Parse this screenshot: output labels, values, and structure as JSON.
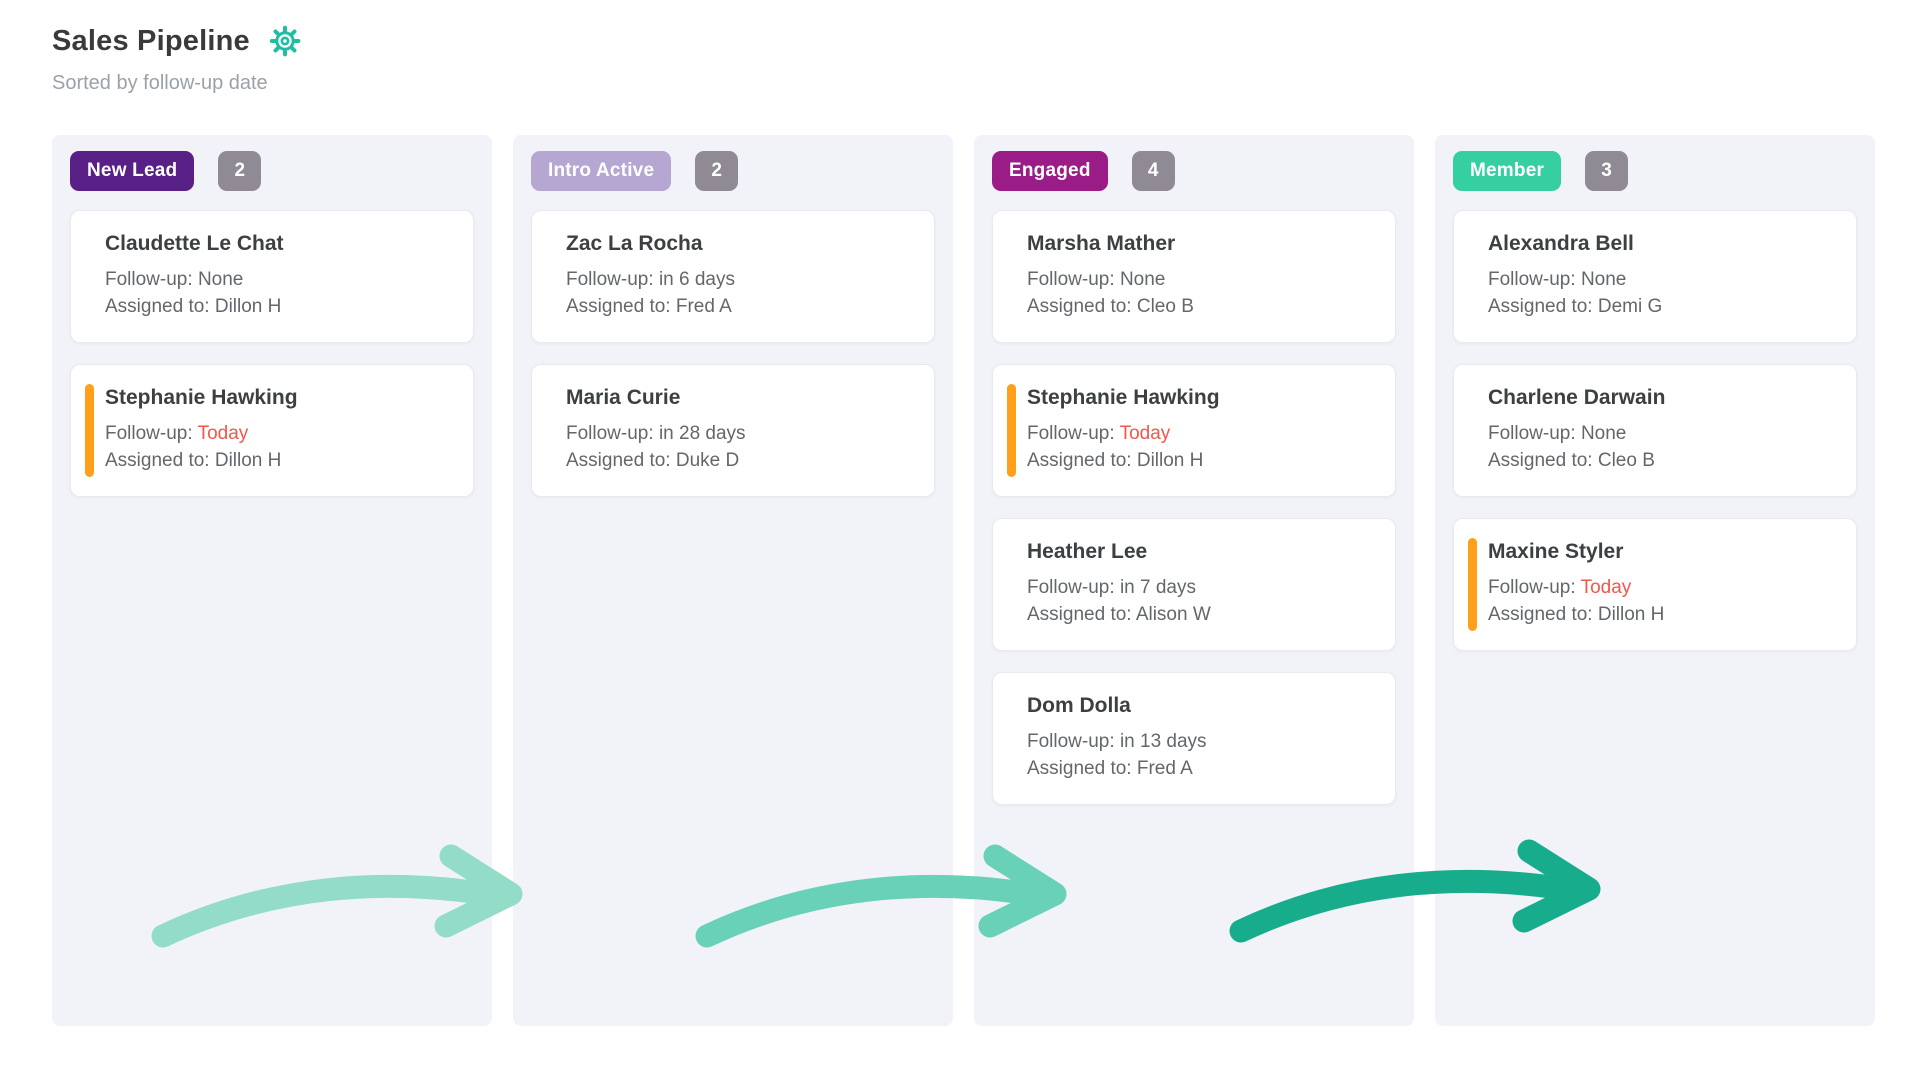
{
  "header": {
    "title": "Sales Pipeline",
    "subtitle": "Sorted by follow-up date",
    "settings_icon": "gear-icon"
  },
  "labels": {
    "followup": "Follow-up:",
    "assigned": "Assigned to:"
  },
  "colors": {
    "accent_teal": "#1fbda1",
    "priority_orange": "#ff9f1a",
    "today_red": "#f4564c",
    "count_badge_gray": "#8f8a94",
    "column_bg": "#f1f3f8"
  },
  "columns": [
    {
      "label": "New Lead",
      "count": "2",
      "badge_color": "#581f87",
      "cards": [
        {
          "name": "Claudette Le Chat",
          "followup": "None",
          "followup_urgent": false,
          "assigned": "Dillon H",
          "flag": false
        },
        {
          "name": "Stephanie Hawking",
          "followup": "Today",
          "followup_urgent": true,
          "assigned": "Dillon H",
          "flag": true
        }
      ]
    },
    {
      "label": "Intro Active",
      "count": "2",
      "badge_color": "#b5a6d2",
      "cards": [
        {
          "name": "Zac La Rocha",
          "followup": "in 6 days",
          "followup_urgent": false,
          "assigned": "Fred A",
          "flag": false
        },
        {
          "name": "Maria Curie",
          "followup": "in 28 days",
          "followup_urgent": false,
          "assigned": "Duke D",
          "flag": false
        }
      ]
    },
    {
      "label": "Engaged",
      "count": "4",
      "badge_color": "#9a1c86",
      "cards": [
        {
          "name": "Marsha Mather",
          "followup": "None",
          "followup_urgent": false,
          "assigned": "Cleo B",
          "flag": false
        },
        {
          "name": "Stephanie Hawking",
          "followup": "Today",
          "followup_urgent": true,
          "assigned": "Dillon H",
          "flag": true
        },
        {
          "name": "Heather Lee",
          "followup": "in 7 days",
          "followup_urgent": false,
          "assigned": "Alison W",
          "flag": false
        },
        {
          "name": "Dom Dolla",
          "followup": "in 13 days",
          "followup_urgent": false,
          "assigned": "Fred A",
          "flag": false
        }
      ]
    },
    {
      "label": "Member",
      "count": "3",
      "badge_color": "#36cfa0",
      "cards": [
        {
          "name": "Alexandra Bell",
          "followup": "None",
          "followup_urgent": false,
          "assigned": "Demi G",
          "flag": false
        },
        {
          "name": "Charlene Darwain",
          "followup": "None",
          "followup_urgent": false,
          "assigned": "Cleo B",
          "flag": false
        },
        {
          "name": "Maxine Styler",
          "followup": "Today",
          "followup_urgent": true,
          "assigned": "Dillon H",
          "flag": true
        }
      ]
    }
  ],
  "arrows": [
    {
      "name": "stage-arrow-1",
      "color": "#92dcc8"
    },
    {
      "name": "stage-arrow-2",
      "color": "#69d1b8"
    },
    {
      "name": "stage-arrow-3",
      "color": "#17ac8c"
    }
  ]
}
